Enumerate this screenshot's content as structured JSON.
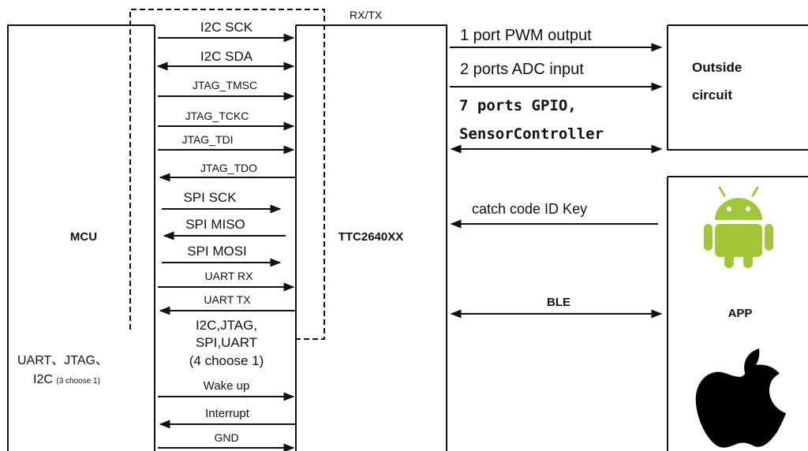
{
  "blocks": {
    "mcu": "MCU",
    "chip": "TTC2640XX",
    "outside": [
      "Outside",
      "circuit"
    ],
    "app": "APP",
    "rxtx": "RX/TX"
  },
  "signals": {
    "i2c_sck": "I2C  SCK",
    "i2c_sda": "I2C  SDA",
    "jtag_tmsc": "JTAG_TMSC",
    "jtag_tckc": "JTAG_TCKC",
    "jtag_tdi": "JTAG_TDI",
    "jtag_tdo": "JTAG_TDO",
    "spi_sck": "SPI SCK",
    "spi_miso": "SPI MISO",
    "spi_mosi": "SPI MOSI",
    "uart_rx": "UART RX",
    "uart_tx": "UART TX",
    "mux_note": [
      "I2C,JTAG,",
      "SPI,UART",
      "(4 choose 1)"
    ],
    "wake_up": "Wake up",
    "interrupt": "Interrupt",
    "gnd": "GND"
  },
  "mcu_note": {
    "line1": "UART、JTAG、",
    "line2": "I2C",
    "line2_small": "(3 choose 1)"
  },
  "right_links": {
    "pwm": "1 port PWM output",
    "adc": "2 ports ADC input",
    "gpio": "7 ports GPIO,",
    "sensor": "SensorController",
    "catch": "catch code ID Key",
    "ble": "BLE"
  },
  "icons": {
    "android": "android-icon",
    "apple": "apple-icon"
  },
  "colors": {
    "android_green": "#a4c639",
    "line": "#111111"
  }
}
